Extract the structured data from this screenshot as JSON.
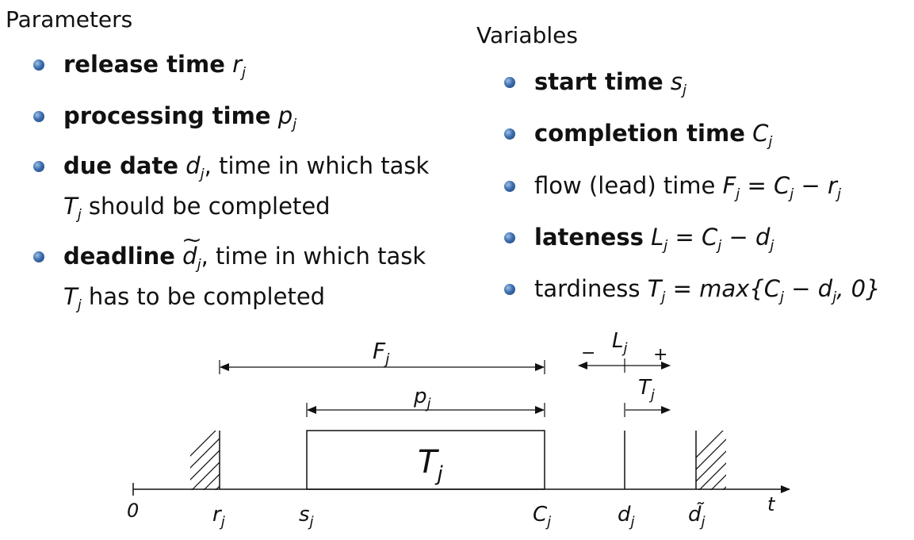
{
  "parameters": {
    "heading": "Parameters",
    "items": [
      {
        "bold": "release time",
        "math": "r",
        "sub": "j",
        "rest": "",
        "line2": ""
      },
      {
        "bold": "processing time",
        "math": "p",
        "sub": "j",
        "rest": "",
        "line2": ""
      },
      {
        "bold": "due date",
        "math": "d",
        "sub": "j",
        "rest": ", time in which task",
        "line2_math": "T",
        "line2_sub": "j",
        "line2": " should be completed"
      },
      {
        "bold": "deadline",
        "math": "d",
        "sub": "j",
        "rest": ", time in which task",
        "line2_math": "T",
        "line2_sub": "j",
        "line2": " has to be completed"
      }
    ]
  },
  "variables": {
    "heading": "Variables",
    "items": [
      {
        "bold": "start time",
        "formula": "s",
        "sub": "j"
      },
      {
        "bold": "completion time",
        "formula": "C",
        "sub": "j"
      },
      {
        "plain": "flow (lead) time",
        "formula": "F",
        "sub": "j",
        "eq": " = C",
        "eq_sub": "j",
        "eq_rest": " − r",
        "eq_sub2": "j"
      },
      {
        "bold": "lateness",
        "formula": "L",
        "sub": "j",
        "eq": " = C",
        "eq_sub": "j",
        "eq_rest": " − d",
        "eq_sub2": "j"
      },
      {
        "plain": "tardiness",
        "formula": "T",
        "sub": "j",
        "eq": " = max{C",
        "eq_sub": "j",
        "eq_rest": " − d",
        "eq_sub2": "j",
        "tail": ", 0}"
      }
    ]
  },
  "timeline": {
    "axis_ticks": [
      {
        "label": "0",
        "sub": ""
      },
      {
        "label": "r",
        "sub": "j"
      },
      {
        "label": "s",
        "sub": "j"
      },
      {
        "label": "C",
        "sub": "j"
      },
      {
        "label": "d",
        "sub": "j"
      },
      {
        "label": "d̃",
        "sub": "j"
      },
      {
        "label": "t",
        "sub": ""
      }
    ],
    "task_label": "T",
    "task_sub": "j",
    "dims": {
      "flow": {
        "label": "F",
        "sub": "j"
      },
      "processing": {
        "label": "p",
        "sub": "j"
      },
      "lateness": {
        "label": "L",
        "sub": "j",
        "minus": "−",
        "plus": "+"
      },
      "tardiness": {
        "label": "T",
        "sub": "j"
      }
    }
  }
}
